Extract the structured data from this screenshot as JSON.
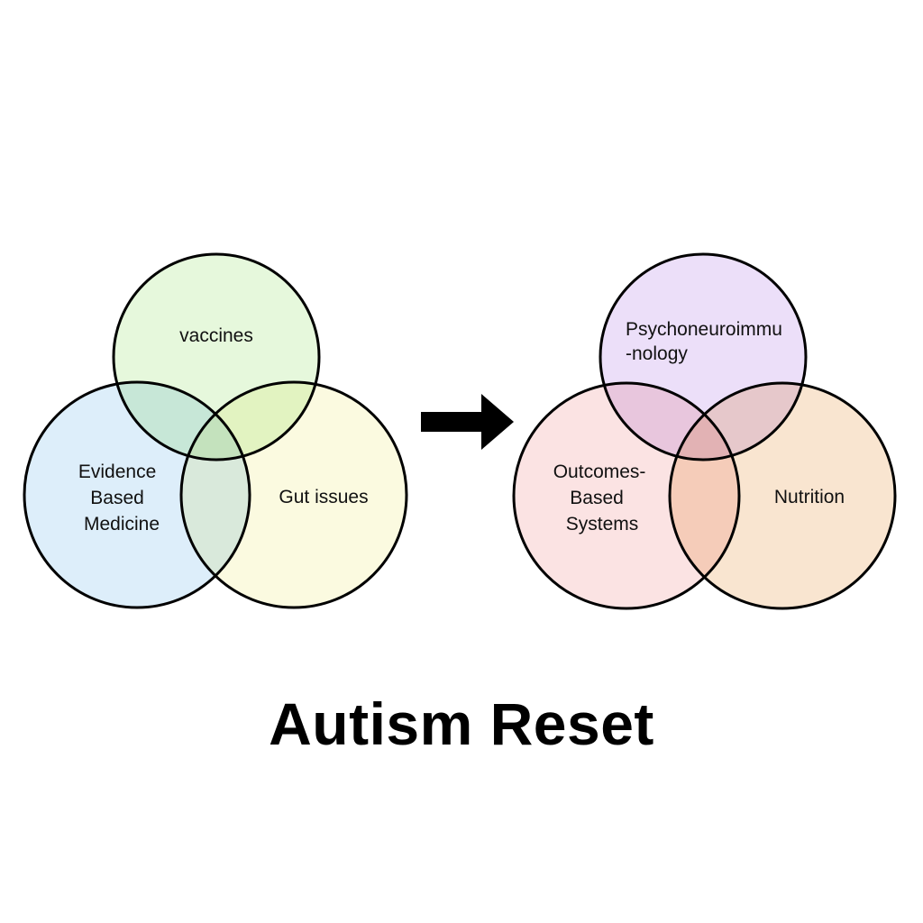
{
  "title": "Autism Reset",
  "left_venn": {
    "circles": [
      {
        "name": "vaccines",
        "lines": [
          "vaccines"
        ],
        "fill": "#e6f8dc"
      },
      {
        "name": "evidence-based-medicine",
        "lines": [
          "Evidence",
          "Based",
          "Medicine"
        ],
        "fill": "#ddeefa"
      },
      {
        "name": "gut-issues",
        "lines": [
          "Gut issues"
        ],
        "fill": "#fbfae0"
      }
    ]
  },
  "right_venn": {
    "circles": [
      {
        "name": "psychoneuroimmunology",
        "lines": [
          "Psychoneuroimmu",
          "-nology"
        ],
        "fill": "#ecdff9"
      },
      {
        "name": "outcomes-based-systems",
        "lines": [
          "Outcomes-",
          "Based",
          "Systems"
        ],
        "fill": "#fbe3e3"
      },
      {
        "name": "nutrition",
        "lines": [
          "Nutrition"
        ],
        "fill": "#f9e5d0"
      }
    ]
  },
  "arrow_icon": "right-arrow-icon",
  "stroke_color": "#000000"
}
